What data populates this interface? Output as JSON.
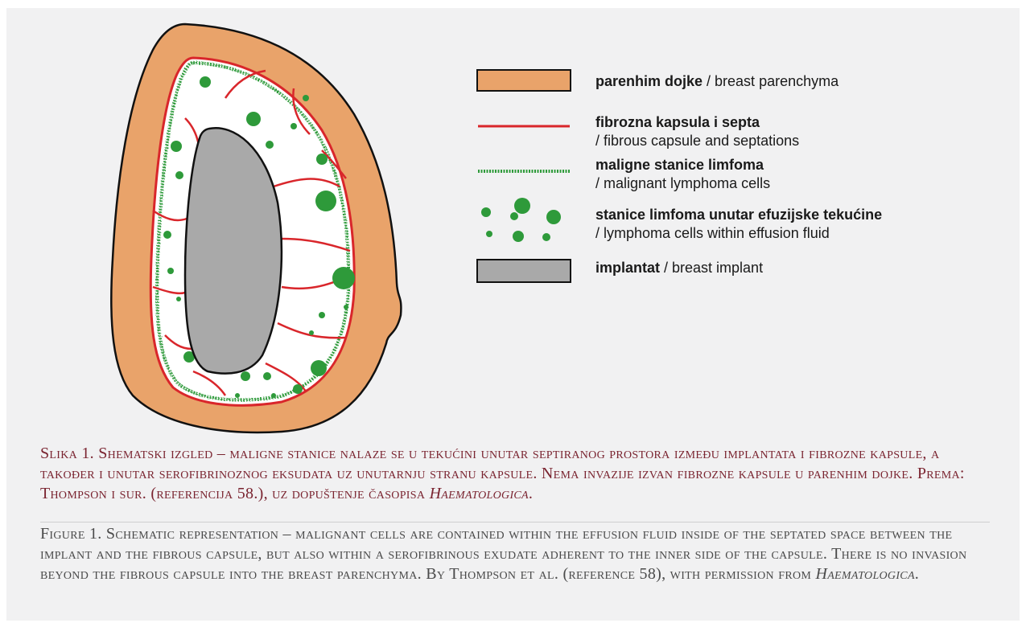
{
  "colors": {
    "parenchyma": "#e9a36a",
    "capsule": "#d9262b",
    "cells": "#2e9a3a",
    "implant": "#a9a9a9",
    "caption_hr": "#7a2430",
    "caption_en": "#4a4a4a"
  },
  "legend": [
    {
      "key": "parenchyma",
      "bold": "parenhim dojke",
      "rest": " / breast parenchyma",
      "line2": ""
    },
    {
      "key": "capsule",
      "bold": "fibrozna kapsula i septa",
      "rest": "",
      "line2": "/ fibrous capsule and septations"
    },
    {
      "key": "malignant-cells",
      "bold": "maligne stanice limfoma",
      "rest": "",
      "line2": "/ malignant lymphoma cells"
    },
    {
      "key": "effusion-cells",
      "bold": "stanice limfoma unutar efuzijske tekućine",
      "rest": "",
      "line2": "/ lymphoma cells within effusion fluid"
    },
    {
      "key": "implant",
      "bold": "implantat",
      "rest": " / breast implant",
      "line2": ""
    }
  ],
  "caption_hr": {
    "main": "Slika 1. Shematski izgled – maligne stanice nalaze se u tekućini unutar septiranog prostora između implantata i fibrozne kapsule, a također i unutar serofibrinoznog eksudata uz unutarnju stranu kapsule. Nema invazije izvan fibrozne kapsule u parenhim dojke. Prema: Thompson i sur. (referencija 58.), uz dopuštenje časopisa ",
    "journal": "Haematologica",
    "end": "."
  },
  "caption_en": {
    "main": "Figure 1. Schematic representation – malignant cells are contained within the effusion fluid inside of the septated space between the implant and the fibrous capsule, but also within a serofibrinous exudate adherent to the inner side of the capsule. There is no invasion beyond the fibrous capsule into the breast parenchyma. By Thompson et al. (reference 58), with permission from ",
    "journal": "Haematologica",
    "end": "."
  }
}
